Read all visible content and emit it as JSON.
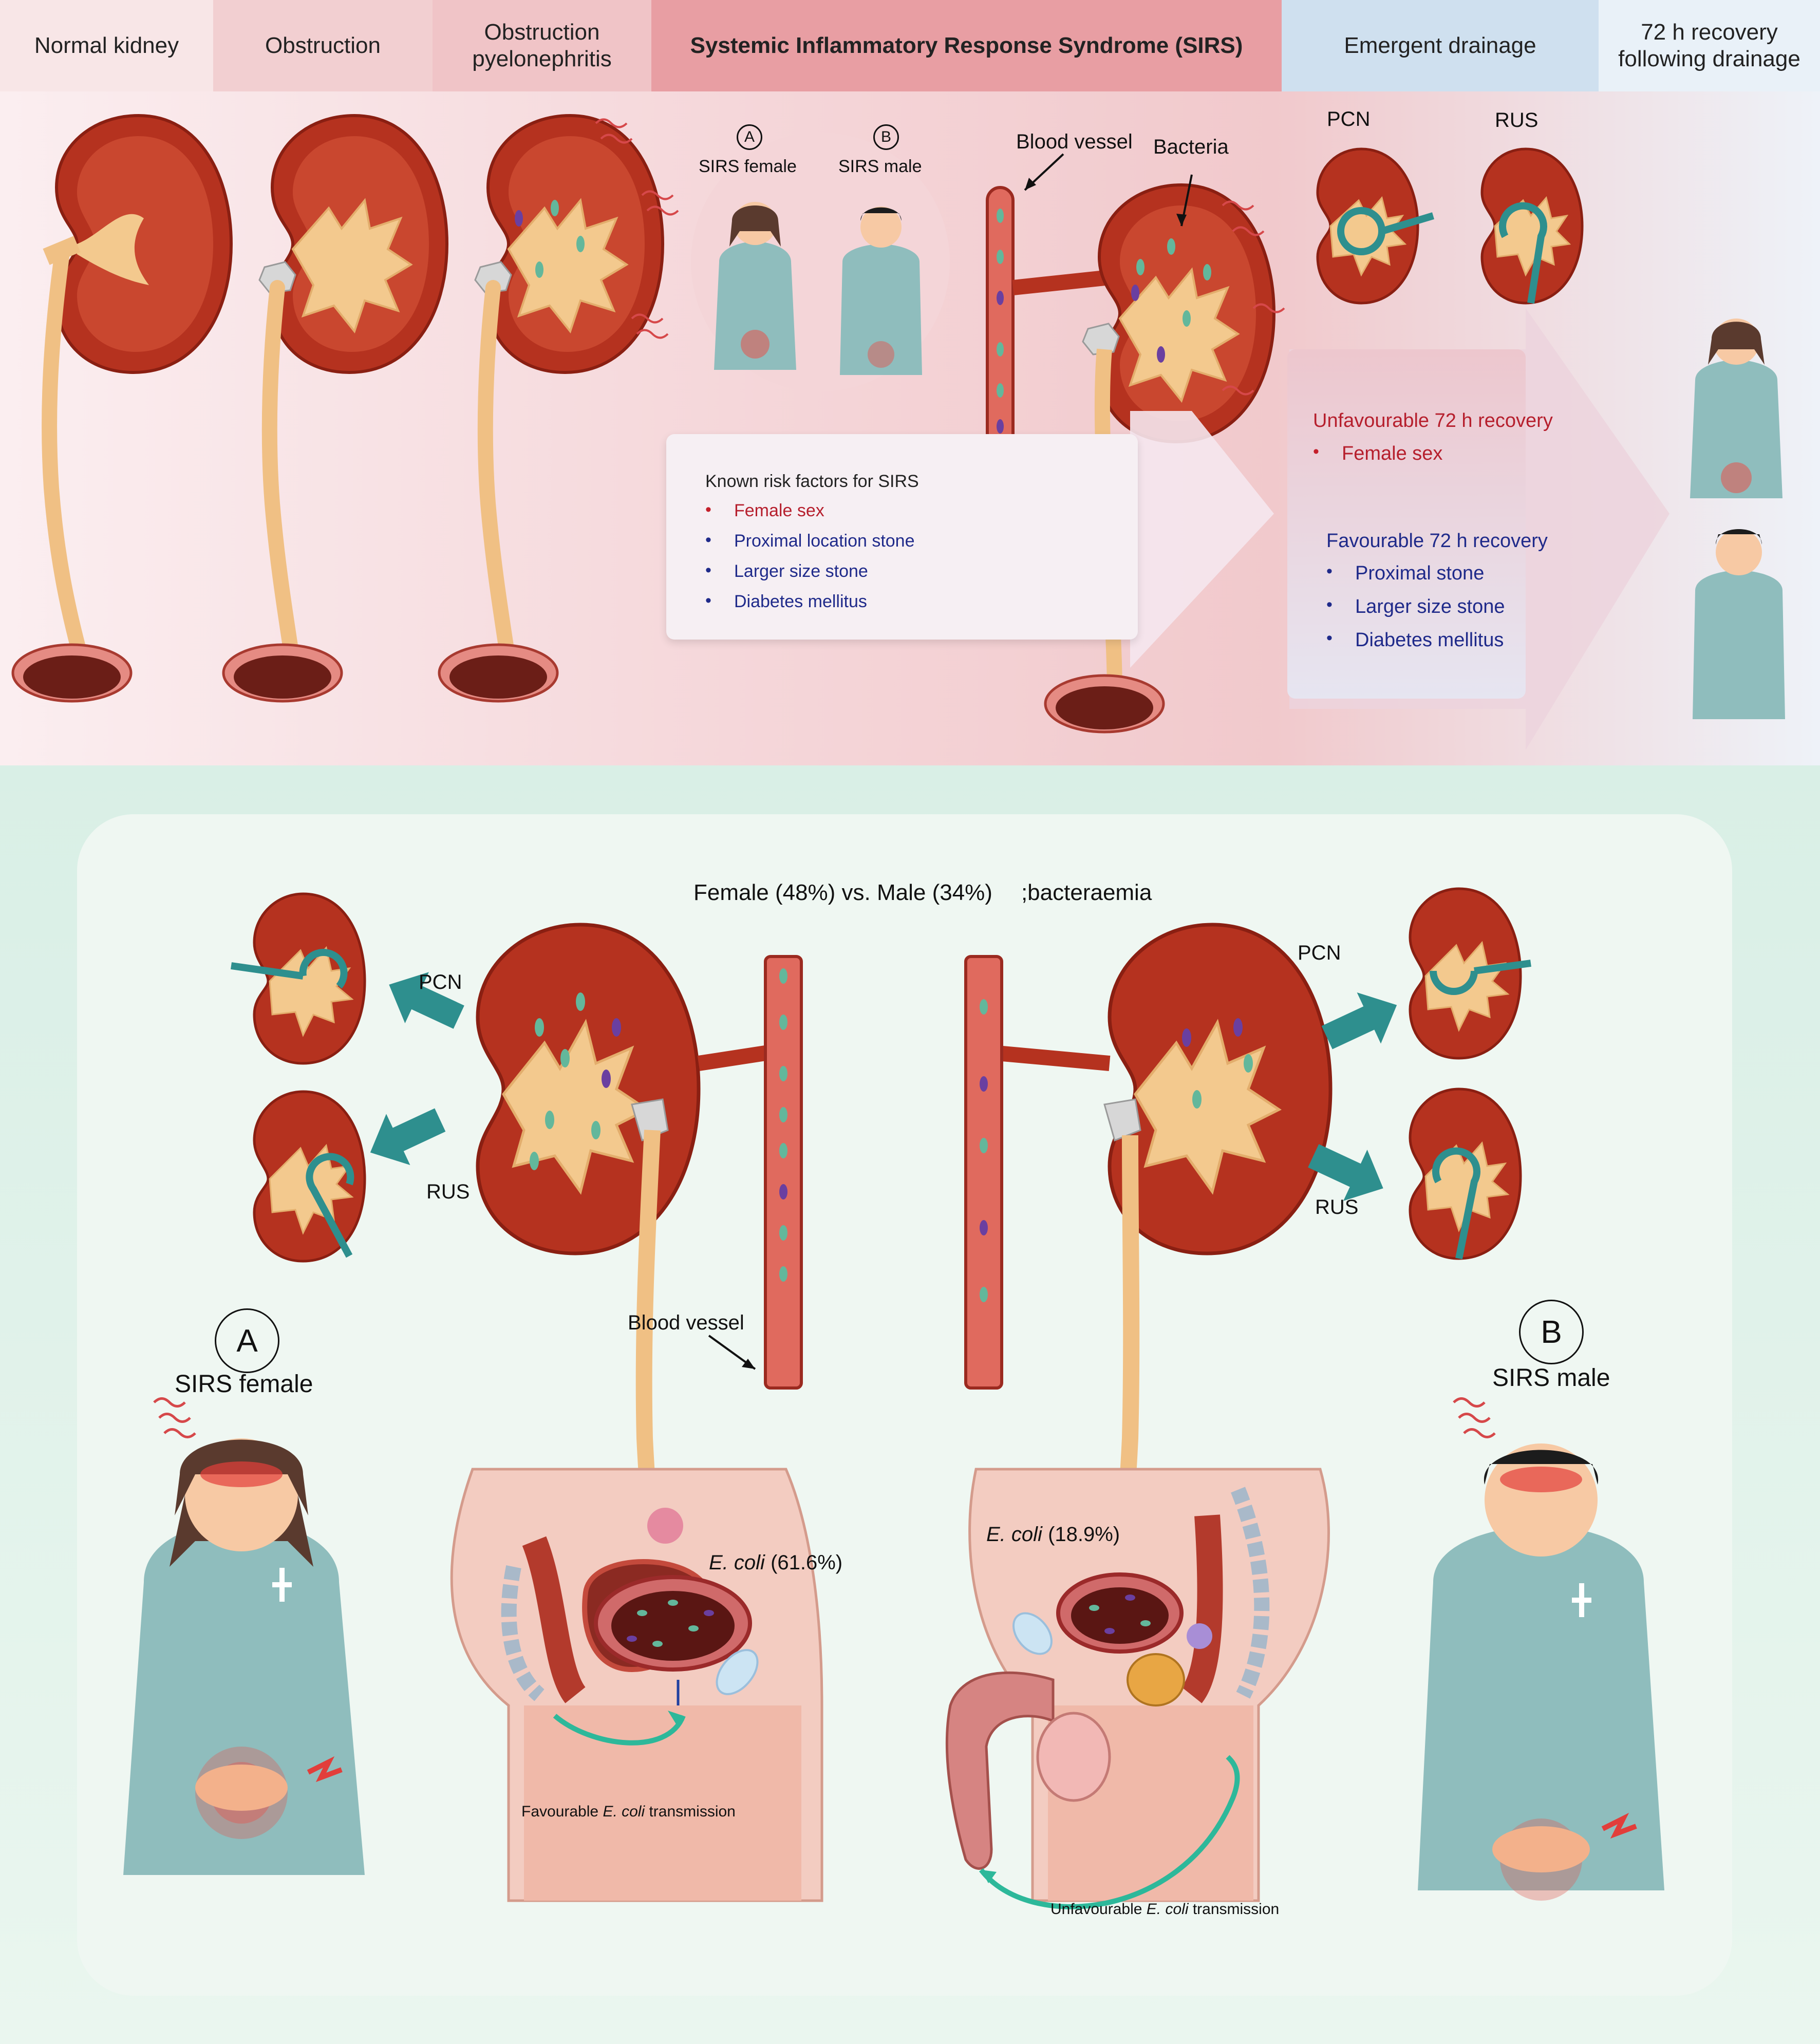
{
  "header": {
    "stages": [
      {
        "label": "Normal kidney",
        "bg": "#f8e6e7"
      },
      {
        "label": "Obstruction",
        "bg": "#f2cfd1"
      },
      {
        "label": "Obstruction pyelonephritis",
        "bg": "#f0c4c7"
      },
      {
        "label": "Systemic Inflammatory Response Syndrome (SIRS)",
        "bg": "#e89ea3"
      },
      {
        "label": "Emergent drainage",
        "bg": "#cfe0ef"
      },
      {
        "label": "72 h recovery following drainage",
        "bg": "#e9f1f8"
      }
    ]
  },
  "top": {
    "sirs_female": {
      "letter": "A",
      "label": "SIRS female"
    },
    "sirs_male": {
      "letter": "B",
      "label": "SIRS male"
    },
    "blood_vessel": "Blood vessel",
    "bacteria": "Bacteria",
    "pcn": "PCN",
    "rus": "RUS",
    "risk_box": {
      "title": "Known risk factors for SIRS",
      "items": [
        {
          "text": "Female sex",
          "tone": "red"
        },
        {
          "text": "Proximal location stone",
          "tone": "blue"
        },
        {
          "text": "Larger size stone",
          "tone": "blue"
        },
        {
          "text": "Diabetes mellitus",
          "tone": "blue"
        }
      ]
    },
    "unfavourable": {
      "title": "Unfavourable 72 h recovery",
      "items": [
        "Female sex"
      ]
    },
    "favourable": {
      "title": "Favourable 72 h recovery",
      "items": [
        "Proximal stone",
        "Larger size stone",
        "Diabetes mellitus"
      ]
    }
  },
  "bottom": {
    "headline_part1": "Female (48%) vs. Male (34%)",
    "headline_part2": ";bacteraemia",
    "pcn_left": "PCN",
    "rus_left": "RUS",
    "pcn_right": "PCN",
    "rus_right": "RUS",
    "blood_vessel": "Blood vessel",
    "female_letter": "A",
    "female_label": "SIRS female",
    "male_letter": "B",
    "male_label": "SIRS male",
    "ecoli_female_name": "E. coli",
    "ecoli_female_pct": "(61.6%)",
    "ecoli_male_name": "E. coli",
    "ecoli_male_pct": "(18.9%)",
    "female_transmission_1": "Favourable ",
    "female_transmission_2": "E. coli",
    "female_transmission_3": " transmission",
    "male_transmission_1": "Unfavourable ",
    "male_transmission_2": "E. coli",
    "male_transmission_3": " transmission"
  },
  "colors": {
    "kidney": "#b5321f",
    "kidney_dark": "#8a1f12",
    "pelvis": "#f3c98e",
    "ureter": "#f0c084",
    "teal": "#2e8f8e",
    "bacteria_green": "#63b79b",
    "bacteria_purple": "#6a3fa0",
    "skin": "#f7c9a4",
    "shirt": "#8fbdbd"
  }
}
